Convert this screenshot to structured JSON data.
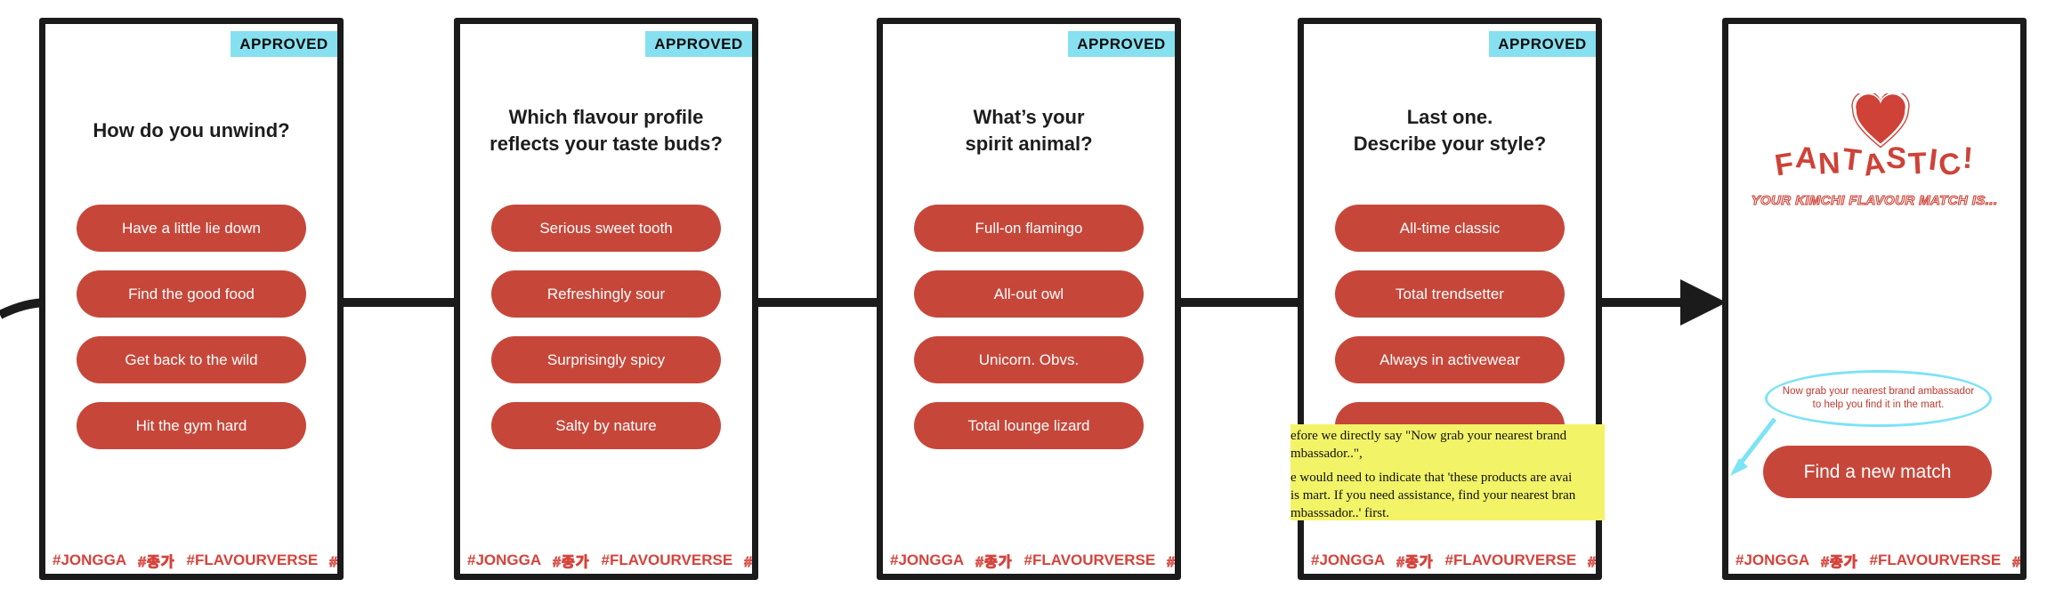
{
  "badge_label": "APPROVED",
  "footer_tags": [
    {
      "text": "#JONGGA"
    },
    {
      "text": "#종가"
    },
    {
      "text": "#FLAVOURVERSE"
    },
    {
      "text": "#플레이버버스"
    }
  ],
  "screens": [
    {
      "title": "How do you unwind?",
      "options": [
        "Have a little lie down",
        "Find the good food",
        "Get back to the wild",
        "Hit the gym hard"
      ]
    },
    {
      "title": "Which flavour profile\nreflects your taste buds?",
      "options": [
        "Serious sweet tooth",
        "Refreshingly sour",
        "Surprisingly spicy",
        "Salty by nature"
      ]
    },
    {
      "title": "What’s your\nspirit animal?",
      "options": [
        "Full-on flamingo",
        "All-out owl",
        "Unicorn. Obvs.",
        "Total lounge lizard"
      ]
    },
    {
      "title": "Last one.\nDescribe your style?",
      "options": [
        "All-time classic",
        "Total trendsetter",
        "Always in activewear",
        ""
      ]
    }
  ],
  "review_note": {
    "lines": [
      "efore we directly say \"Now grab your nearest brand",
      "mbassador..\",",
      "e would need to indicate that 'these products are avai",
      "is mart. If you need assistance, find your nearest bran",
      "mbasssador..' first."
    ]
  },
  "result_screen": {
    "heading": "FANTASTIC!",
    "subheading": "YOUR KIMCHI FLAVOUR MATCH IS...",
    "bubble": "Now grab your nearest brand ambassador\nto help you find it in the mart.",
    "button_label": "Find a new match"
  },
  "colors": {
    "button_red": "#c6473a",
    "brand_red": "#d5433c",
    "badge_cyan": "#86e0f0",
    "bubble_cyan": "#7de3f6",
    "note_yellow": "#f2f366",
    "line_black": "#1b1b1b"
  }
}
